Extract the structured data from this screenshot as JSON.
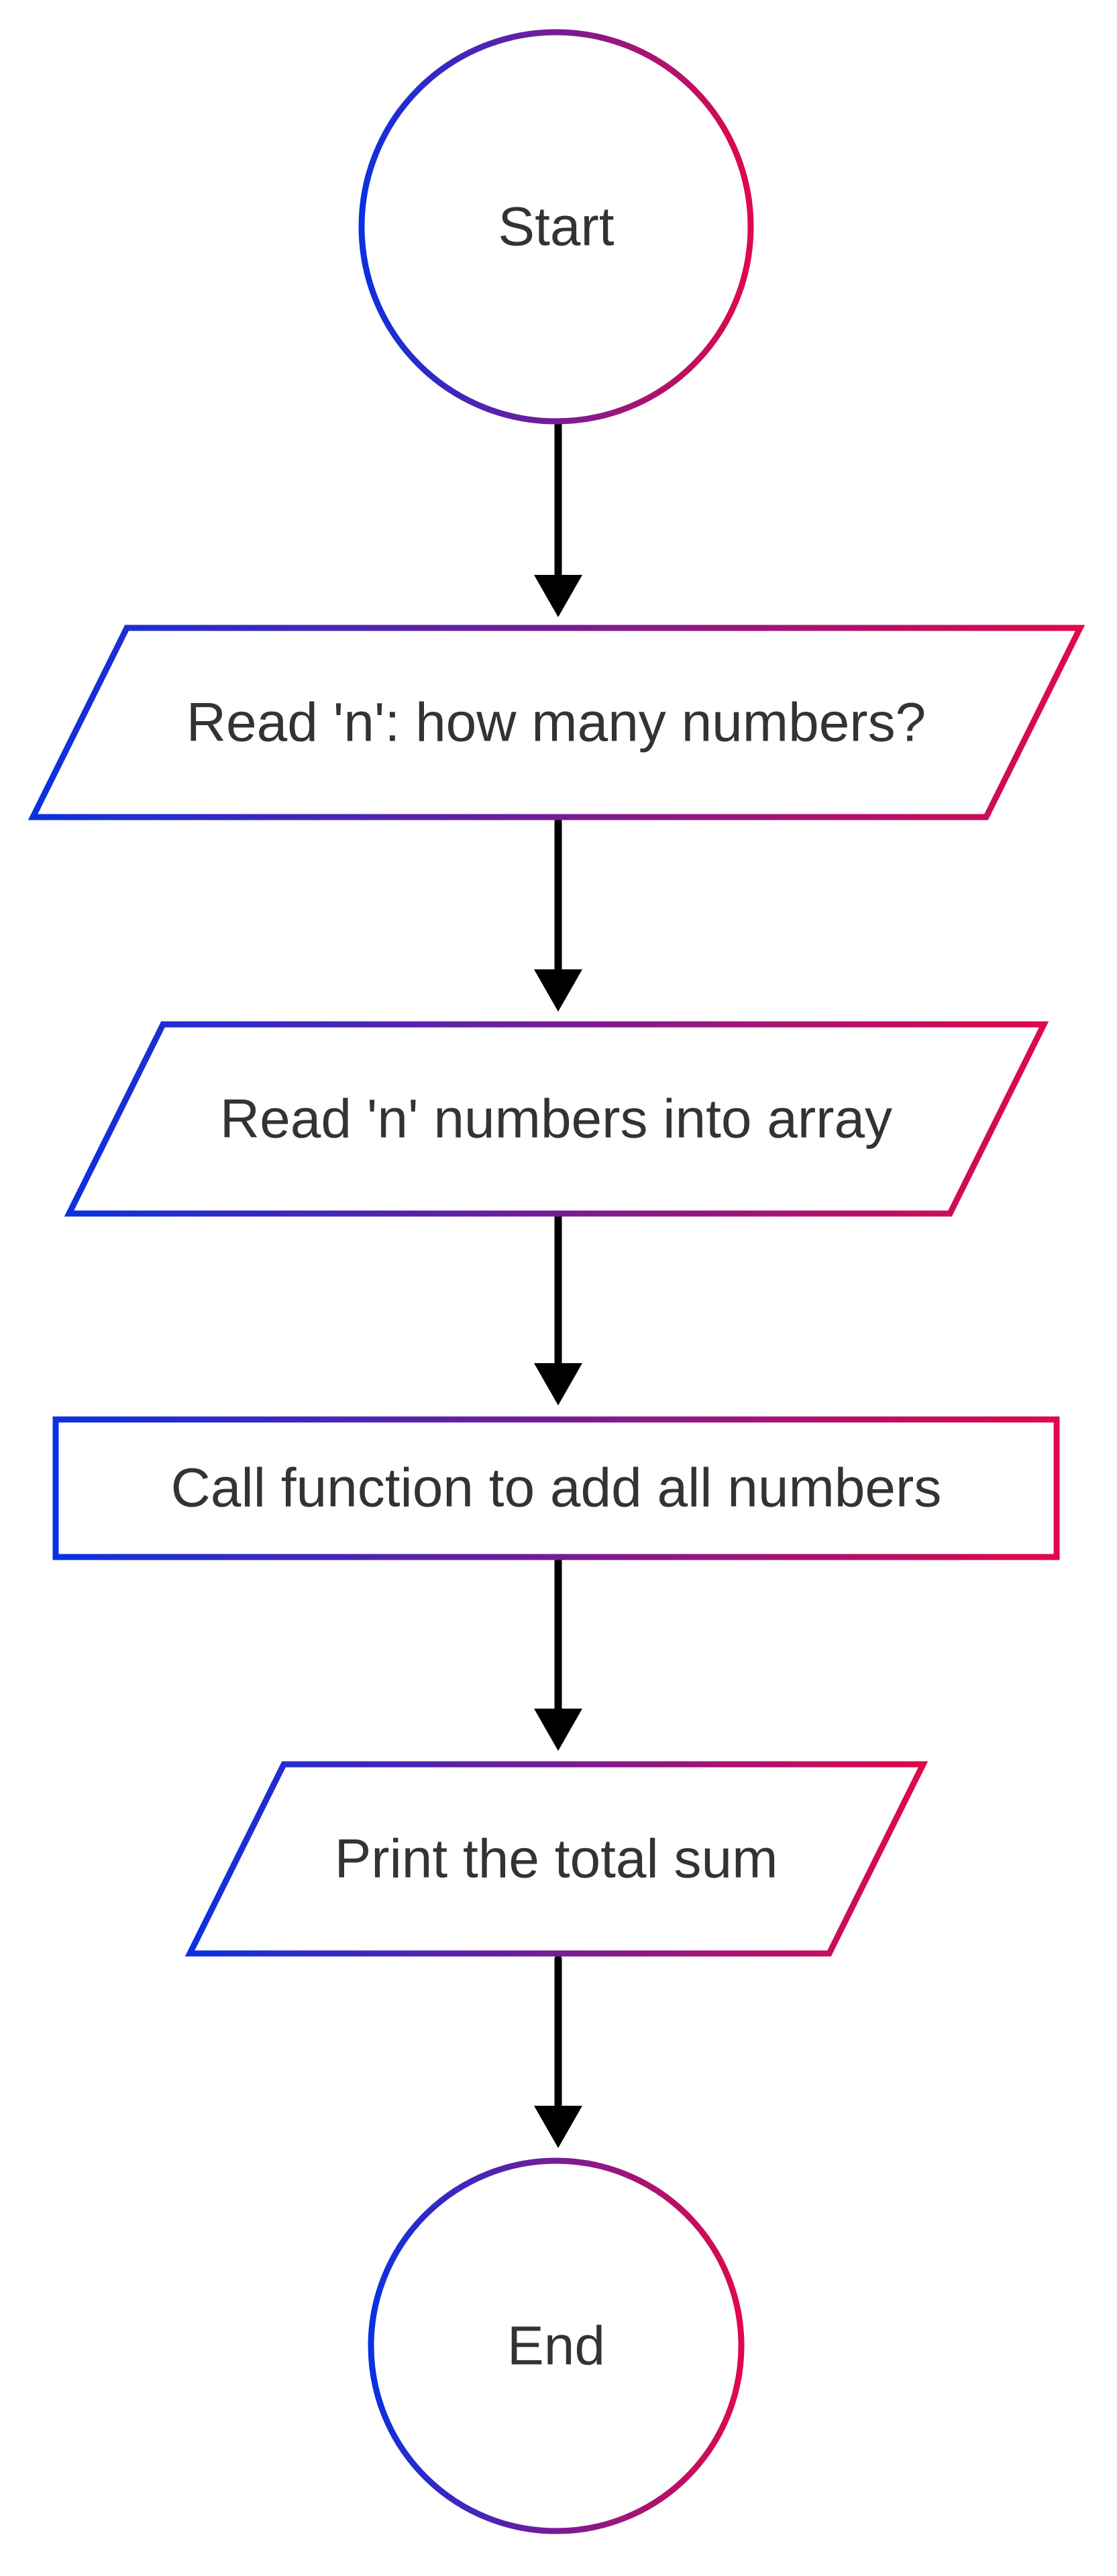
{
  "flowchart": {
    "colors": {
      "gradient_start": "#0b31e0",
      "gradient_end": "#e0084a",
      "text": "#333333",
      "connector": "#000000"
    },
    "nodes": [
      {
        "id": "start",
        "shape": "circle",
        "label": "Start"
      },
      {
        "id": "read-n",
        "shape": "parallelogram",
        "label": "Read 'n': how many numbers?"
      },
      {
        "id": "read-numbers",
        "shape": "parallelogram",
        "label": "Read 'n' numbers into array"
      },
      {
        "id": "call-function",
        "shape": "subroutine",
        "label": "Call function to add all numbers"
      },
      {
        "id": "print-sum",
        "shape": "parallelogram",
        "label": "Print the total sum"
      },
      {
        "id": "end",
        "shape": "circle",
        "label": "End"
      }
    ],
    "edges": [
      {
        "from": "start",
        "to": "read-n"
      },
      {
        "from": "read-n",
        "to": "read-numbers"
      },
      {
        "from": "read-numbers",
        "to": "call-function"
      },
      {
        "from": "call-function",
        "to": "print-sum"
      },
      {
        "from": "print-sum",
        "to": "end"
      }
    ]
  }
}
